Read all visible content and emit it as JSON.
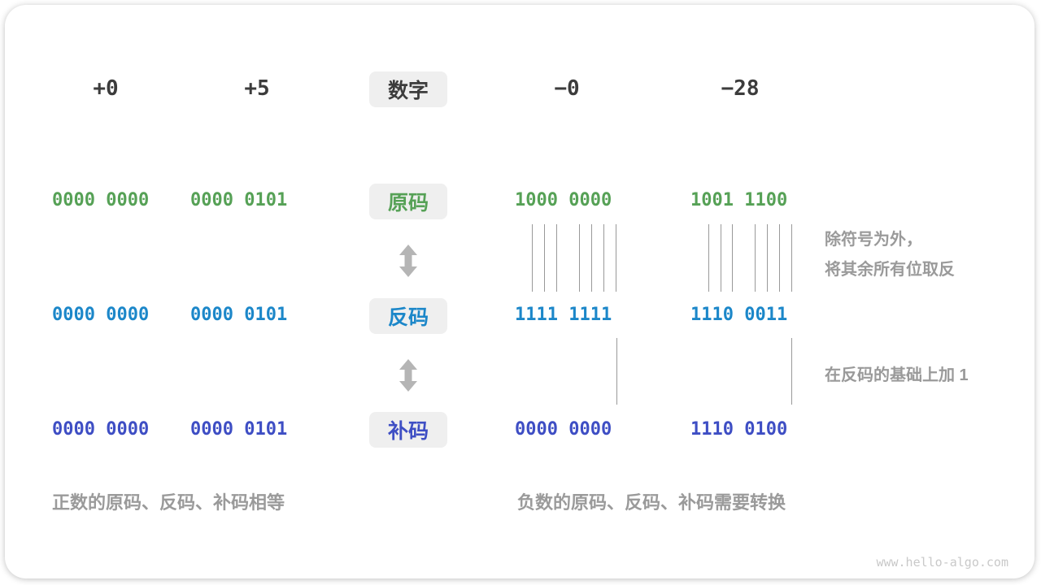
{
  "columns": {
    "pos_zero": "+0",
    "pos_five": "+5",
    "digit_label": "数字",
    "neg_zero": "−0",
    "neg_twenty_eight": "−28"
  },
  "rows": [
    {
      "label": "原码",
      "meaning": "sign-magnitude",
      "color": "#56a156",
      "values": [
        "0000 0000",
        "0000 0101",
        "1000 0000",
        "1001 1100"
      ]
    },
    {
      "label": "反码",
      "meaning": "ones-complement",
      "color": "#1c87c9",
      "values": [
        "0000 0000",
        "0000 0101",
        "1111 1111",
        "1110 0011"
      ]
    },
    {
      "label": "补码",
      "meaning": "twos-complement",
      "color": "#3e4ec4",
      "values": [
        "0000 0000",
        "0000 0101",
        "0000 0000",
        "1110 0100"
      ]
    }
  ],
  "annotations": {
    "invert_note_line1": "除符号为外，",
    "invert_note_line2": "将其余所有位取反",
    "add_one_note": "在反码的基础上加 1",
    "positive_caption": "正数的原码、反码、补码相等",
    "negative_caption": "负数的原码、反码、补码需要转换"
  },
  "watermark": "www.hello-algo.com",
  "colors": {
    "label_dark": "#3c3c3c",
    "sign_magnitude_green": "#56a156",
    "ones_complement_blue": "#1c87c9",
    "twos_complement_indigo": "#3e4ec4",
    "annotation_gray": "#9a9a9a",
    "box_background": "#efefef",
    "arrow_gray": "#b5b5b5",
    "connector_line_gray": "#999999",
    "watermark_gray": "#c9c9c9"
  }
}
